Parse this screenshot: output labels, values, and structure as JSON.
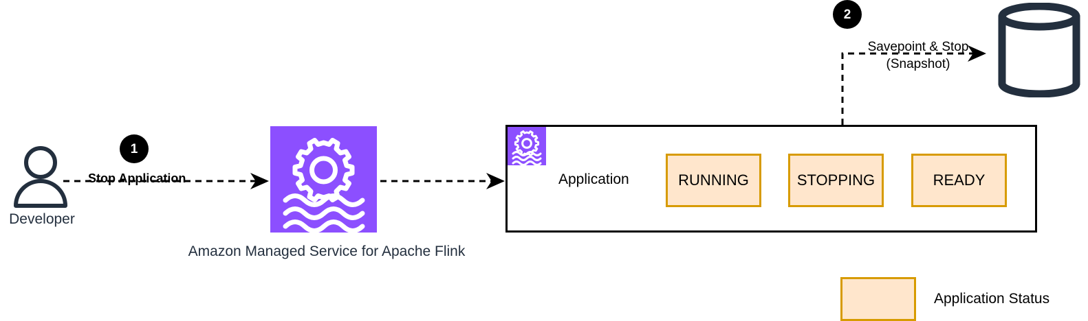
{
  "diagram": {
    "title": "Amazon Managed Service for Apache Flink - Stop Application Flow",
    "colors": {
      "flink_purple": "#8C4FFF",
      "aws_navy": "#232F3E",
      "status_fill": "#FFE6CC",
      "status_border": "#D79B00",
      "badge_black": "#000000"
    }
  },
  "actor": {
    "label": "Developer",
    "icon": "person-icon"
  },
  "steps": [
    {
      "number": "1",
      "name": "stop-application"
    },
    {
      "number": "2",
      "name": "savepoint-and-stop"
    }
  ],
  "flows": {
    "stop_application_label": "Stop Application",
    "snapshot_label_line1": "Savepoint & Stop",
    "snapshot_label_line2": "(Snapshot)"
  },
  "service": {
    "icon": "flink-gear-waves-icon",
    "caption": "Amazon Managed Service for Apache Flink"
  },
  "application": {
    "label": "Application",
    "icon": "flink-gear-waves-icon",
    "statuses": [
      {
        "label": "RUNNING"
      },
      {
        "label": "STOPPING"
      },
      {
        "label": "READY"
      }
    ]
  },
  "storage": {
    "icon": "database-cylinder-icon"
  },
  "legend": {
    "swatch_name": "application-status-swatch",
    "label": "Application Status"
  }
}
